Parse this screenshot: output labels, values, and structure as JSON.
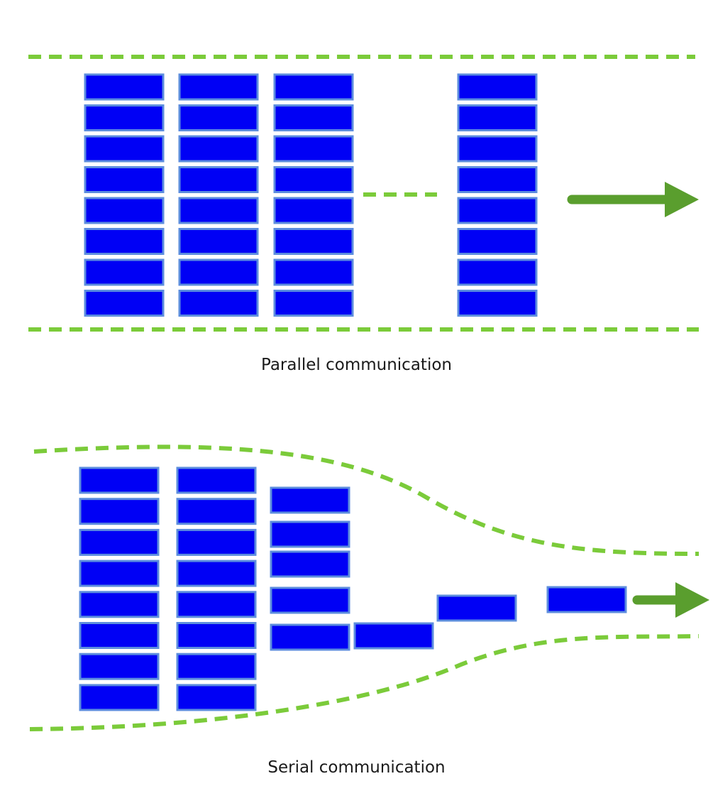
{
  "colors": {
    "block_fill": "#0000F5",
    "block_stroke": "#5C8DDE",
    "dash": "#7BCB3A",
    "arrow": "#5A9E2E",
    "text": "#1a1a1a"
  },
  "parallel": {
    "caption": "Parallel communication",
    "columns": 4,
    "blocks_per_column": 8,
    "gap_indicator": "ellipsis-dash",
    "arrow_icon": "right-arrow-icon"
  },
  "serial": {
    "caption": "Serial communication",
    "full_columns": 2,
    "blocks_per_full_column": 8,
    "third_column_blocks": 5,
    "in_transit_blocks": 3,
    "arrow_icon": "right-arrow-icon"
  }
}
